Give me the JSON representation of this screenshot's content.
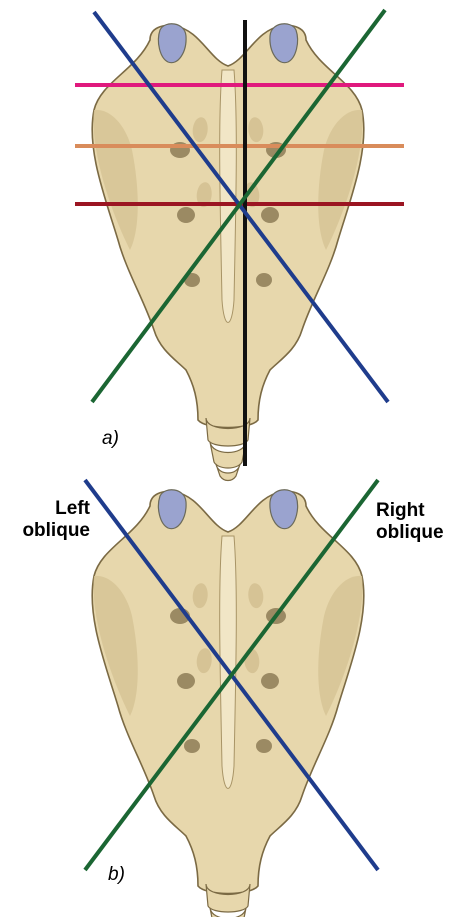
{
  "panels": [
    {
      "label": "a)"
    },
    {
      "label": "b)"
    }
  ],
  "side_labels": {
    "left": [
      "Left",
      "oblique"
    ],
    "right": [
      "Right",
      "oblique"
    ]
  },
  "colors": {
    "bone_fill": "#e7d7ac",
    "bone_shade": "#c9b587",
    "bone_outline": "#7b6a44",
    "cartilage": "#9aa3cf",
    "magenta_line": "#e0197d",
    "orange_line": "#d98c5b",
    "darkred_line": "#9b1522",
    "black_line": "#111111",
    "blue_line": "#1f3c8c",
    "green_line": "#1b6633"
  }
}
